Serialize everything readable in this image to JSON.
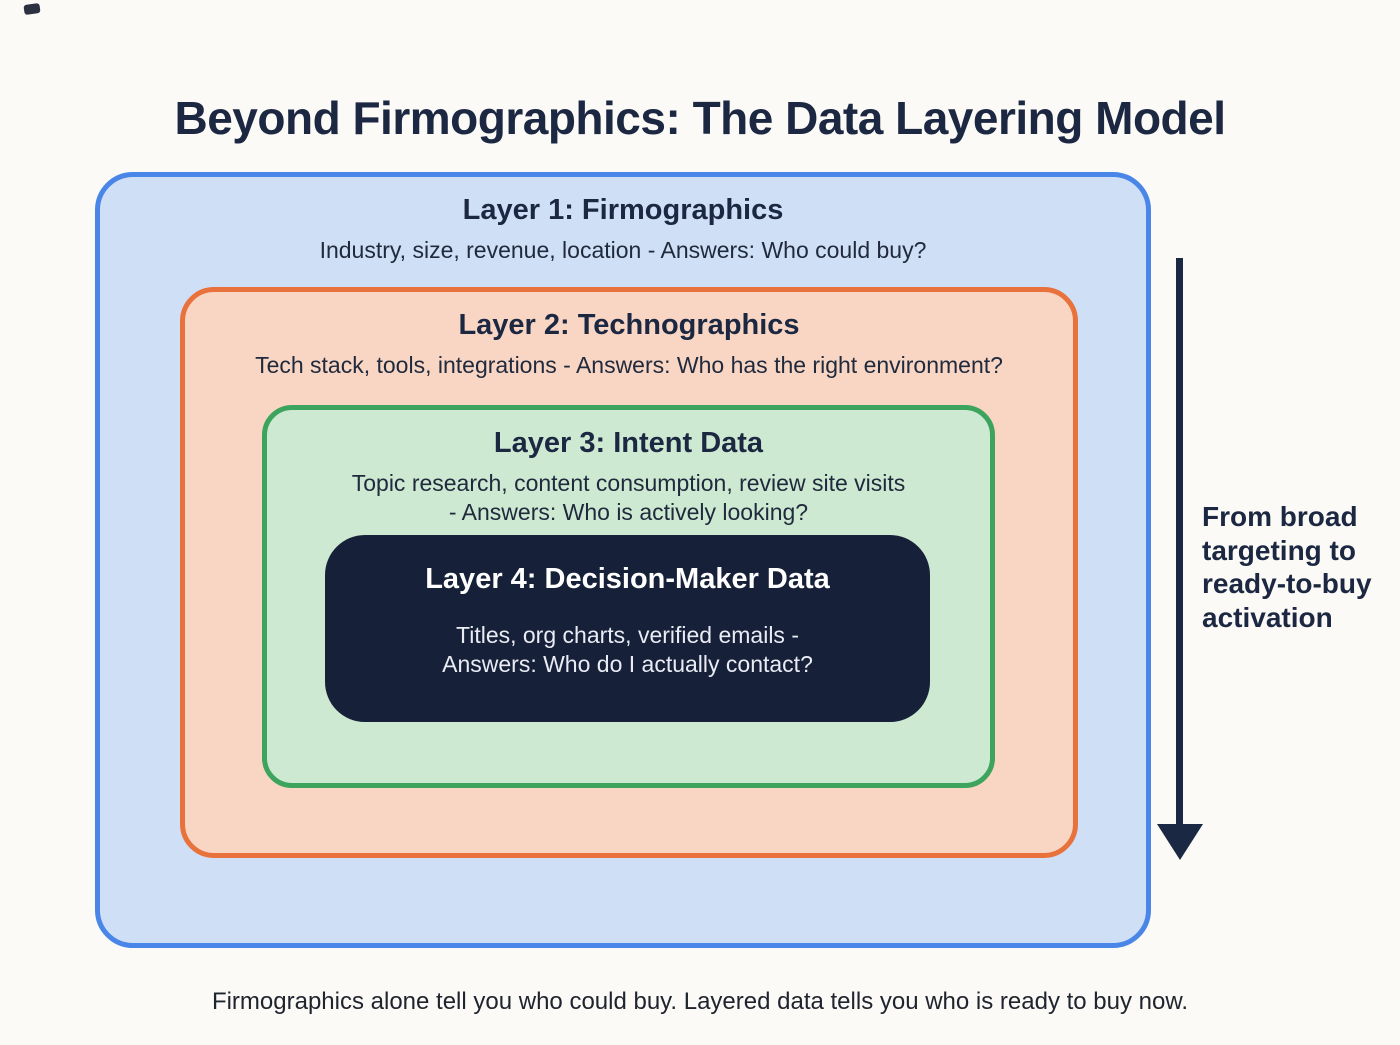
{
  "title": "Beyond Firmographics: The Data Layering Model",
  "layers": [
    {
      "heading": "Layer 1: Firmographics",
      "description": "Industry, size, revenue, location - Answers: Who could buy?",
      "fill": "#cfe0f6",
      "border": "#4a86e8"
    },
    {
      "heading": "Layer 2: Technographics",
      "description": "Tech stack, tools, integrations - Answers: Who has the right environment?",
      "fill": "#f8d6c3",
      "border": "#e8713c"
    },
    {
      "heading": "Layer 3: Intent Data",
      "description": "Topic research, content consumption, review site visits\n- Answers: Who is actively looking?",
      "fill": "#cde9d2",
      "border": "#3da45e"
    },
    {
      "heading": "Layer 4: Decision-Maker Data",
      "description": "Titles, org charts, verified emails -\nAnswers: Who do I actually contact?",
      "fill": "#162038",
      "border": "#162038"
    }
  ],
  "arrow_label": "From broad\ntargeting to\nready-to-buy\nactivation",
  "footer": "Firmographics alone tell you who could buy. Layered data tells you who is ready to buy now.",
  "colors": {
    "page_background": "#fbfaf6",
    "title_text": "#1c2742",
    "arrow": "#1b2844",
    "layer4_text": "#ffffff"
  }
}
